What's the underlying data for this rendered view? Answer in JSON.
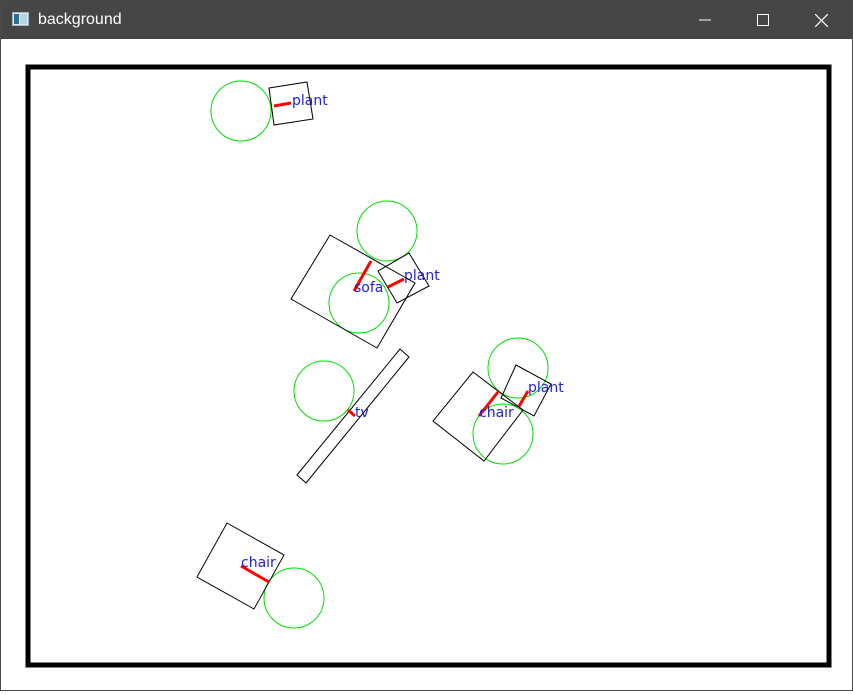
{
  "window": {
    "title": "background",
    "controls": [
      "minimize",
      "maximize",
      "close"
    ]
  },
  "canvas": {
    "objects": [
      {
        "label": "plant"
      },
      {
        "label": "plant"
      },
      {
        "label": "sofa"
      },
      {
        "label": "tv"
      },
      {
        "label": "plant"
      },
      {
        "label": "chair"
      },
      {
        "label": "chair"
      }
    ]
  },
  "colors": {
    "titlebar": "#464646",
    "frame": "#000000",
    "circle": "#00e000",
    "direction": "#ff0000",
    "label": "#2020e0",
    "box": "#000000"
  }
}
